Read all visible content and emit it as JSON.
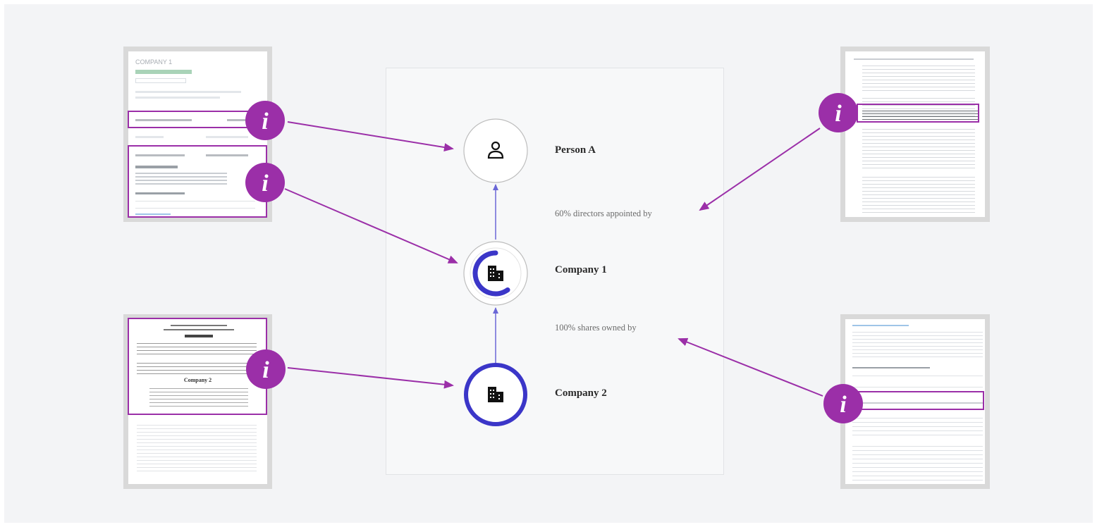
{
  "diagram": {
    "nodes": [
      {
        "id": "person-a",
        "label": "Person A",
        "kind": "person"
      },
      {
        "id": "company-1",
        "label": "Company 1",
        "kind": "company",
        "progress": 0.6
      },
      {
        "id": "company-2",
        "label": "Company 2",
        "kind": "company",
        "progress": 1.0
      }
    ],
    "edges": [
      {
        "from": "company-1",
        "to": "person-a",
        "label": "60% directors appointed by"
      },
      {
        "from": "company-2",
        "to": "company-1",
        "label": "100% shares owned by"
      }
    ]
  },
  "documents": {
    "top_left": {
      "title": "COMPANY 1"
    },
    "bottom_left": {
      "title": "Company 2"
    }
  },
  "info_badge_glyph": "i",
  "icons": {
    "person": "person-icon",
    "company": "building-icon",
    "info": "info-icon"
  },
  "colors": {
    "accent_purple": "#9b2fa8",
    "node_blue": "#3b36c8",
    "arrow_blue": "#6a67d6"
  }
}
